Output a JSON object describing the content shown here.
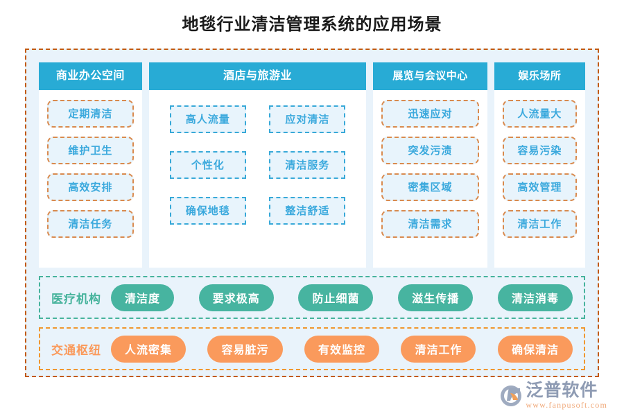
{
  "title": "地毯行业清洁管理系统的应用场景",
  "colors": {
    "header_blue": "#28abd5",
    "panel_bg": "#e9f3fb",
    "outer_border": "#c25a10",
    "chip_text": "#3ba9dd",
    "chip_orange_border": "#d98a4e",
    "chip_blue_border": "#38a9d8",
    "green": "#47b4a0",
    "orange": "#fa9a5c"
  },
  "columns": [
    {
      "header": "商业办公空间",
      "style": "orange",
      "items": [
        "定期清洁",
        "维护卫生",
        "高效安排",
        "清洁任务"
      ]
    },
    {
      "header": "酒店与旅游业",
      "style": "blue",
      "items": [
        "高人流量",
        "应对清洁",
        "个性化",
        "清洁服务",
        "确保地毯",
        "整洁舒适"
      ]
    },
    {
      "header": "展览与会议中心",
      "style": "orange",
      "items": [
        "迅速应对",
        "突发污渍",
        "密集区域",
        "清洁需求"
      ]
    },
    {
      "header": "娱乐场所",
      "style": "orange",
      "items": [
        "人流量大",
        "容易污染",
        "高效管理",
        "清洁工作"
      ]
    }
  ],
  "bands": [
    {
      "label": "医疗机构",
      "color": "green",
      "pills": [
        "清洁度",
        "要求极高",
        "防止细菌",
        "滋生传播",
        "清洁消毒"
      ]
    },
    {
      "label": "交通枢纽",
      "color": "orange",
      "pills": [
        "人流密集",
        "容易脏污",
        "有效监控",
        "清洁工作",
        "确保清洁"
      ]
    }
  ],
  "logo": {
    "name": "泛普软件",
    "url": "www.fanpusoft.com",
    "icon": "fanpu-swoosh-logo-icon"
  }
}
